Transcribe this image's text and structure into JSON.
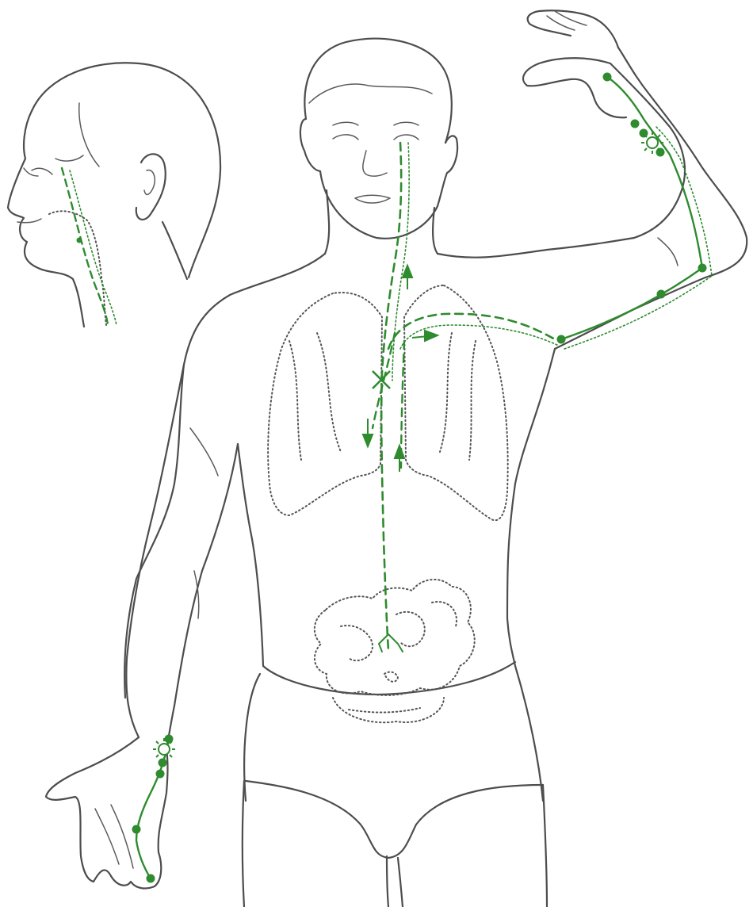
{
  "figure": {
    "kind": "anatomical meridian diagram",
    "colors": {
      "outline": "#4d4d4d",
      "meridian": "#2e8b2e",
      "organ_dots": "#666666"
    },
    "icons": [
      "acupoint-dot",
      "source-point-icon",
      "flow-arrow",
      "crossing-mark"
    ]
  }
}
